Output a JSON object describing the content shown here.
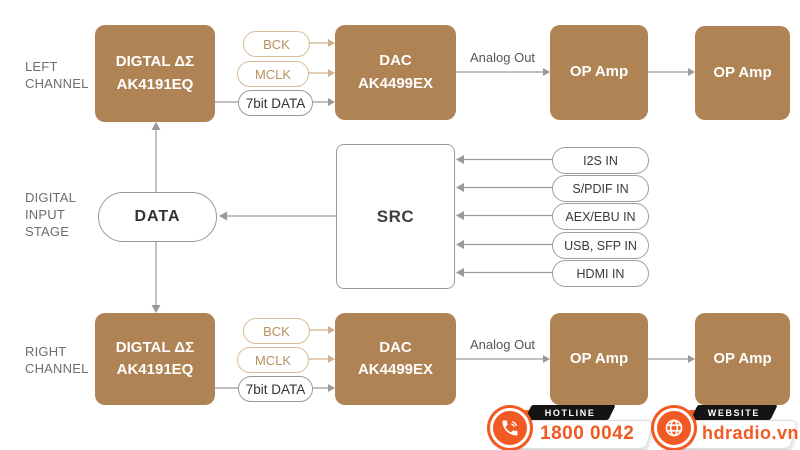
{
  "channels": {
    "left": {
      "label": "LEFT\nCHANNEL",
      "modulator": "DIGTAL ΔΣ\nAK4191EQ",
      "bck": "BCK",
      "mclk": "MCLK",
      "data7": "7bit DATA",
      "dac": "DAC\nAK4499EX",
      "analog_out": "Analog Out",
      "opamp_1": "OP Amp",
      "opamp_2": "OP Amp"
    },
    "right": {
      "label": "RIGHT\nCHANNEL",
      "modulator": "DIGTAL ΔΣ\nAK4191EQ",
      "bck": "BCK",
      "mclk": "MCLK",
      "data7": "7bit DATA",
      "dac": "DAC\nAK4499EX",
      "analog_out": "Analog Out",
      "opamp_1": "OP Amp",
      "opamp_2": "OP Amp"
    }
  },
  "input_stage": {
    "label": "DIGITAL\nINPUT\nSTAGE",
    "data_node": "DATA",
    "src": "SRC",
    "inputs": [
      "I2S IN",
      "S/PDIF IN",
      "AEX/EBU IN",
      "USB, SFP IN",
      "HDMI IN"
    ]
  },
  "footer": {
    "hotline": {
      "tag": "HOTLINE",
      "value": "1800 0042",
      "icon": "phone-icon"
    },
    "website": {
      "tag": "WEBSITE",
      "value": "hdradio.vn",
      "icon": "globe-icon"
    }
  },
  "colors": {
    "block_brown": "#b08355",
    "tan_line": "#d0b189",
    "tan_text": "#b9905f",
    "gray_line": "#9a9a9a",
    "label_gray": "#6e6e6e",
    "accent_orange": "#f15a22",
    "banner_black": "#141414"
  }
}
